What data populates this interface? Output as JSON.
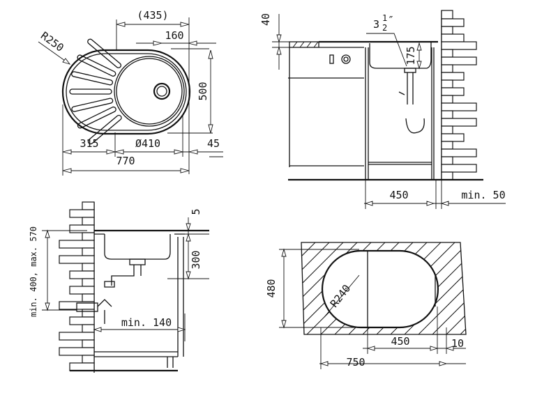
{
  "top_view": {
    "dim_435": "(435)",
    "dim_160": "160",
    "dim_r250": "R250",
    "dim_500": "500",
    "dim_315": "315",
    "dim_410": "Ø410",
    "dim_45": "45",
    "dim_770": "770"
  },
  "side_view": {
    "dim_40": "40",
    "drain_whole": "3",
    "drain_num": "1",
    "drain_den": "2",
    "drain_unit": "″",
    "dim_175": "175",
    "dim_450": "450",
    "dim_min50": "min. 50"
  },
  "section_view": {
    "dim_5": "5",
    "dim_height": "min. 400, max. 570",
    "dim_300": "300",
    "dim_min140": "min. 140"
  },
  "cutout_view": {
    "dim_480": "480",
    "dim_r240": "R240",
    "dim_450": "450",
    "dim_10": "10",
    "dim_750": "750"
  },
  "colors": {
    "line": "#111111",
    "background": "#ffffff"
  }
}
